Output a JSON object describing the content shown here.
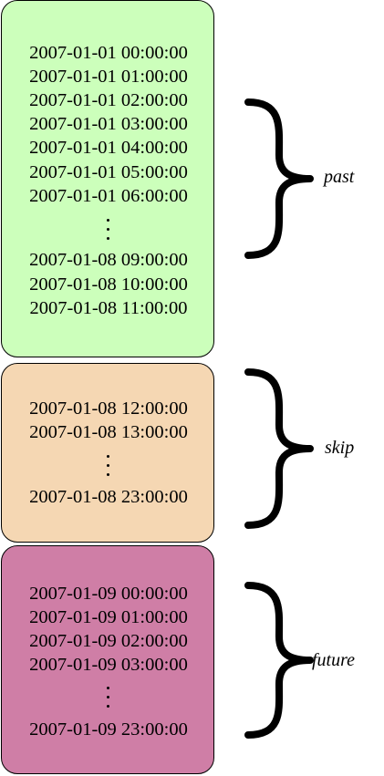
{
  "segments": [
    {
      "id": "past",
      "label": "past",
      "color": "#ccffbb",
      "timestamps_before_gap": [
        "2007-01-01 00:00:00",
        "2007-01-01 01:00:00",
        "2007-01-01 02:00:00",
        "2007-01-01 03:00:00",
        "2007-01-01 04:00:00",
        "2007-01-01 05:00:00",
        "2007-01-01 06:00:00"
      ],
      "timestamps_after_gap": [
        "2007-01-08 09:00:00",
        "2007-01-08 10:00:00",
        "2007-01-08 11:00:00"
      ]
    },
    {
      "id": "skip",
      "label": "skip",
      "color": "#f5d7b3",
      "timestamps_before_gap": [
        "2007-01-08 12:00:00",
        "2007-01-08 13:00:00"
      ],
      "timestamps_after_gap": [
        "2007-01-08 23:00:00"
      ]
    },
    {
      "id": "future",
      "label": "future",
      "color": "#cf7ea6",
      "timestamps_before_gap": [
        "2007-01-09 00:00:00",
        "2007-01-09 01:00:00",
        "2007-01-09 02:00:00",
        "2007-01-09 03:00:00"
      ],
      "timestamps_after_gap": [
        "2007-01-09 23:00:00"
      ]
    }
  ]
}
